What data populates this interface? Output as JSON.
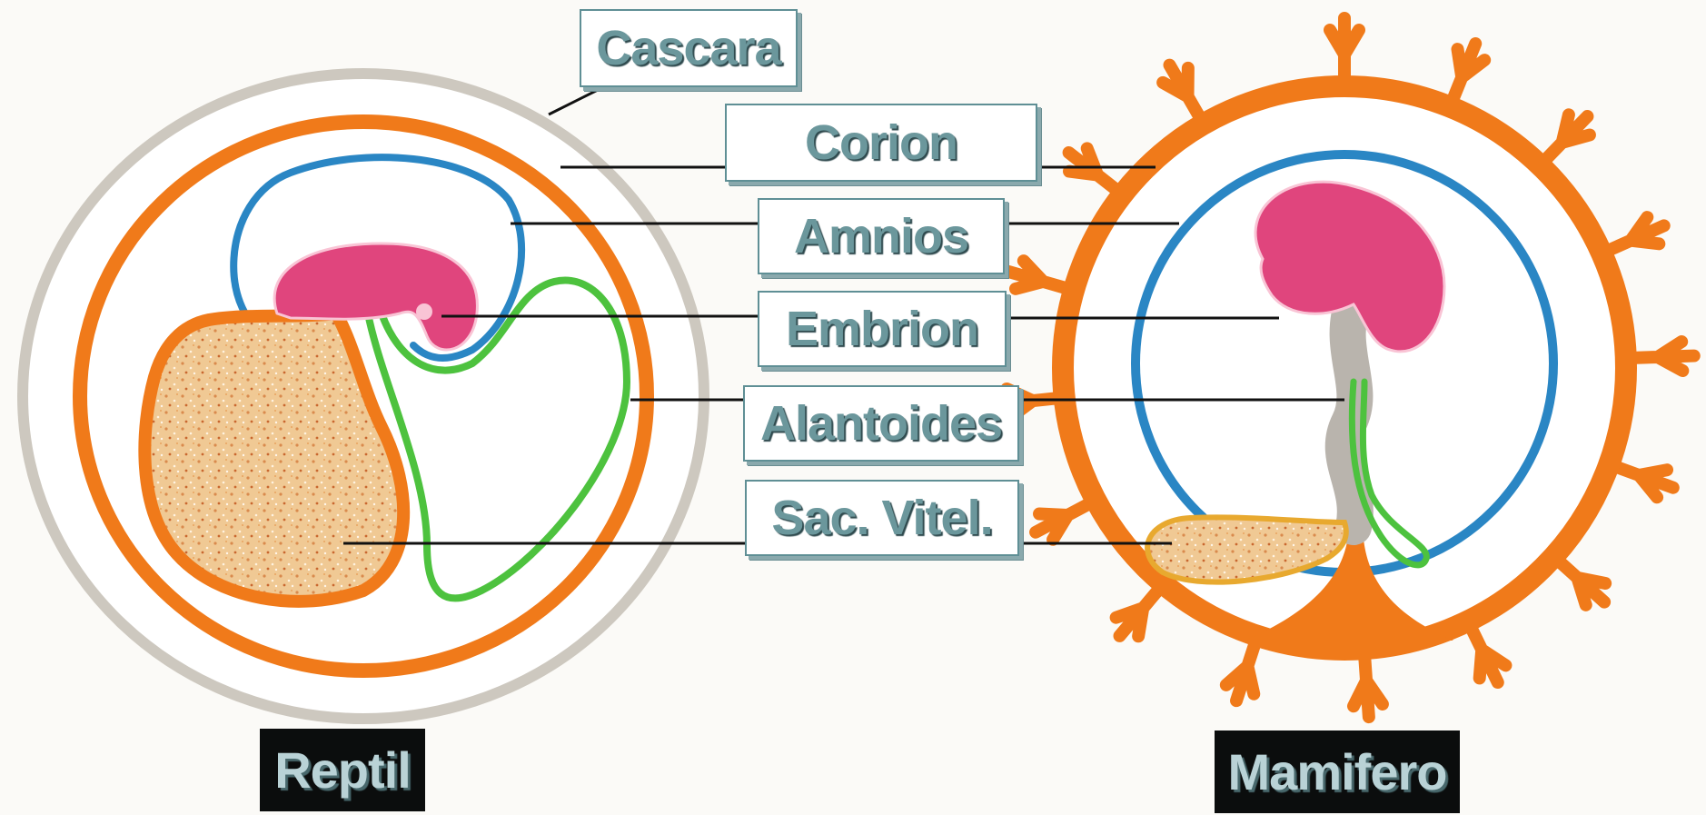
{
  "labels": {
    "cascara": "Cascara",
    "corion": "Corion",
    "amnios": "Amnios",
    "embrion": "Embrion",
    "alantoides": "Alantoides",
    "saco_vitelino": "Sac. Vitel."
  },
  "titles": {
    "reptil": "Reptil",
    "mamifero": "Mamifero"
  },
  "colors": {
    "shell": "#cdc8bf",
    "chorion": "#f07a1a",
    "amnion": "#2a86c4",
    "embryo": "#e0457d",
    "allantois": "#4dc23e",
    "yolk_sac": "#e8b97a",
    "umbilical_cord": "#b9b4ad",
    "label_text": "#6b979c",
    "title_background": "#0b0d0d"
  }
}
